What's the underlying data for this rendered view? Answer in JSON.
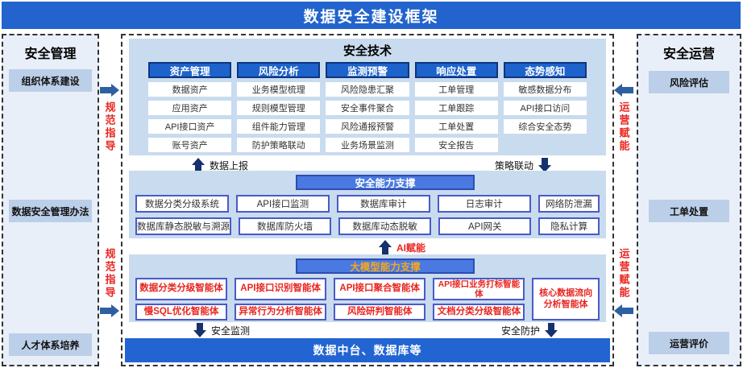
{
  "banner": {
    "title": "数据安全建设框架"
  },
  "left_panel": {
    "title": "安全管理",
    "items": [
      "组织体系建设",
      "数据安全管理办法",
      "人才体系培养"
    ]
  },
  "right_panel": {
    "title": "安全运营",
    "items": [
      "风险评估",
      "工单处置",
      "运营评价"
    ]
  },
  "flows_left": {
    "top_label": "规范指导",
    "bottom_label": "规范指导"
  },
  "flows_right": {
    "top_label": "运营赋能",
    "bottom_label": "运营赋能"
  },
  "tech": {
    "title": "安全技术",
    "columns": [
      {
        "header": "资产管理",
        "cells": [
          "数据资产",
          "应用资产",
          "API接口资产",
          "账号资产"
        ]
      },
      {
        "header": "风险分析",
        "cells": [
          "业务模型梳理",
          "规则模型管理",
          "组件能力管理",
          "防护策略联动"
        ]
      },
      {
        "header": "监测预警",
        "cells": [
          "风险隐患汇聚",
          "安全事件聚合",
          "风险通报预警",
          "业务场景监测"
        ]
      },
      {
        "header": "响应处置",
        "cells": [
          "工单管理",
          "工单跟踪",
          "工单处置",
          "安全报告"
        ]
      },
      {
        "header": "态势感知",
        "cells": [
          "敏感数据分布",
          "API接口访问",
          "综合安全态势"
        ]
      }
    ]
  },
  "center_flows": {
    "data_report": "数据上报",
    "policy_link": "策略联动",
    "ai_enable": "AI赋能",
    "monitor": "安全监测",
    "protect": "安全防护"
  },
  "capability": {
    "title": "安全能力支撑",
    "row1": [
      "数据分类分级系统",
      "API接口监测",
      "数据库审计",
      "日志审计",
      "网络防泄漏"
    ],
    "row2": [
      "数据库静态脱敏与溯源",
      "数据库防火墙",
      "数据库动态脱敏",
      "API网关",
      "隐私计算"
    ]
  },
  "llm": {
    "title": "大模型能力支撑",
    "row1": [
      "数据分类分级智能体",
      "API接口识别智能体",
      "API接口聚合智能体",
      "API接口业务打标智能体"
    ],
    "row2": [
      "慢SQL优化智能体",
      "异常行为分析智能体",
      "风险研判智能体",
      "文档分类分级智能体"
    ],
    "tall_item": "核心数据流向分析智能体"
  },
  "bottom_bar": {
    "label": "数据中台、数据库等"
  },
  "colors": {
    "banner_blue": "#2263cd",
    "column_header_blue": "#1d63cb",
    "header_border_navy": "#0d3580",
    "panel_light_blue": "#c9dbee",
    "support_header_blue": "#4a79e1",
    "support_box_border": "#4a5ac8",
    "side_item_blue": "#bccfe9",
    "side_panel_bg": "#e9eff8",
    "accent_red": "#e8251f",
    "accent_orange": "#f6a81d",
    "arrow_navy": "#16316e",
    "arrow_steel_blue": "#2e5fa0",
    "bottom_bar_blue": "#2264d2"
  }
}
